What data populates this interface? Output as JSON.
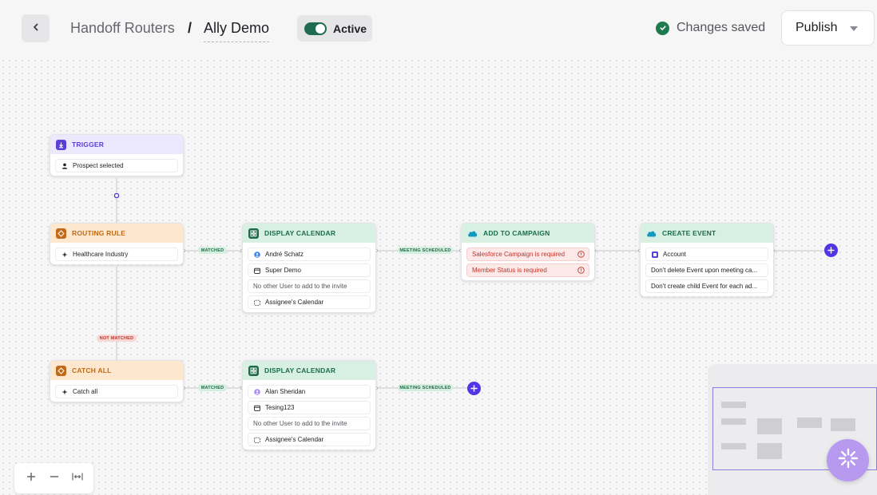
{
  "header": {
    "breadcrumb_parent": "Handoff Routers",
    "breadcrumb_sep": "/",
    "breadcrumb_current": "Ally Demo",
    "status_label": "Active",
    "saved_label": "Changes saved",
    "publish_label": "Publish"
  },
  "nodes": {
    "trigger": {
      "title": "TRIGGER",
      "rows": [
        "Prospect selected"
      ]
    },
    "routing_rule": {
      "title": "ROUTING RULE",
      "rows": [
        "Healthcare Industry"
      ]
    },
    "display_calendar_1": {
      "title": "DISPLAY CALENDAR",
      "rows": [
        "André Schatz",
        "Super Demo",
        "No other User to add to the invite",
        "Assignee's Calendar"
      ]
    },
    "add_to_campaign": {
      "title": "ADD TO CAMPAIGN",
      "rows": [
        "Salesforce Campaign is required",
        "Member Status is required"
      ]
    },
    "create_event": {
      "title": "CREATE EVENT",
      "rows": [
        "Account",
        "Don't delete Event upon meeting ca...",
        "Don't create child Event for each ad..."
      ]
    },
    "catch_all": {
      "title": "CATCH ALL",
      "rows": [
        "Catch all"
      ]
    },
    "display_calendar_2": {
      "title": "DISPLAY CALENDAR",
      "rows": [
        "Alan Sheridan",
        "Tesing123",
        "No other User to add to the invite",
        "Assignee's Calendar"
      ]
    }
  },
  "edge_labels": {
    "matched": "MATCHED",
    "meeting_scheduled": "MEETING SCHEDULED",
    "not_matched": "NOT MATCHED"
  },
  "colors": {
    "accent": "#5136e6",
    "active_toggle": "#1e6b4f",
    "error": "#c3322a"
  }
}
